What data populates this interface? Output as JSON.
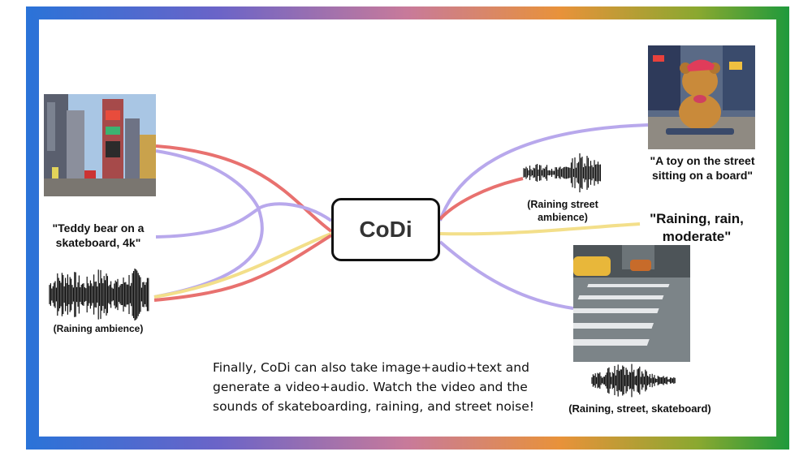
{
  "center": {
    "label": "CoDi"
  },
  "inputs": {
    "text_prompt": "\"Teddy bear on a skateboard, 4k\"",
    "audio_label": "(Raining ambience)"
  },
  "outputs": {
    "image_caption": "\"A toy on the street sitting on a board\"",
    "audio_label": "(Raining street ambience)",
    "text_output": "\"Raining, rain, moderate\"",
    "video_audio_label": "(Raining, street, skateboard)"
  },
  "caption": "Finally, CoDi can also take image+audio+text and generate a video+audio. Watch the video and the sounds of skateboarding, raining, and street noise!",
  "colors": {
    "red_line": "#e8716f",
    "purple_line": "#b8a8ec",
    "yellow_line": "#f3df8a"
  }
}
